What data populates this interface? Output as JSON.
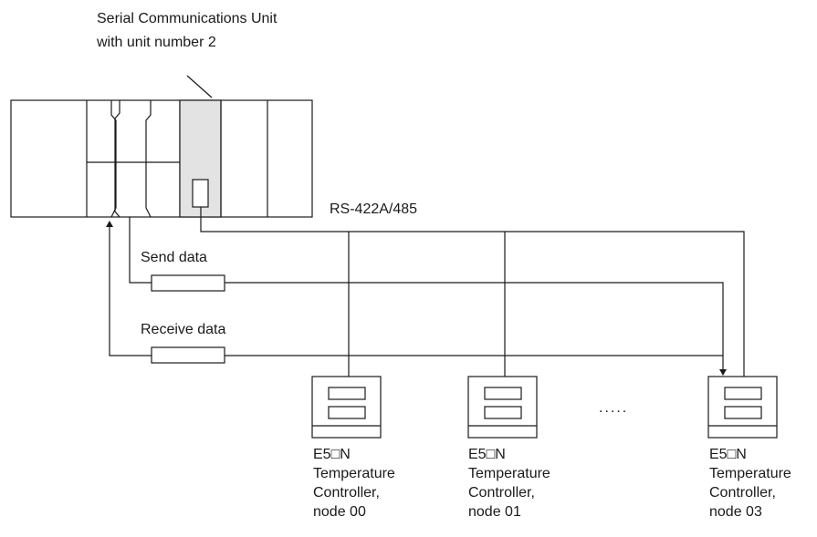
{
  "callout": {
    "line1": "Serial Communications Unit",
    "line2": "with unit number 2"
  },
  "bus_label": "RS-422A/485",
  "send_label": "Send data",
  "receive_label": "Receive data",
  "ellipsis": ".....",
  "controllers": [
    {
      "model": "E5□N",
      "type": "Temperature",
      "kind": "Controller,",
      "node": "node 00"
    },
    {
      "model": "E5□N",
      "type": "Temperature",
      "kind": "Controller,",
      "node": "node 01"
    },
    {
      "model": "E5□N",
      "type": "Temperature",
      "kind": "Controller,",
      "node": "node 03"
    }
  ],
  "colors": {
    "line": "#1a1a1a",
    "unit_fill": "#e3e3e3"
  }
}
